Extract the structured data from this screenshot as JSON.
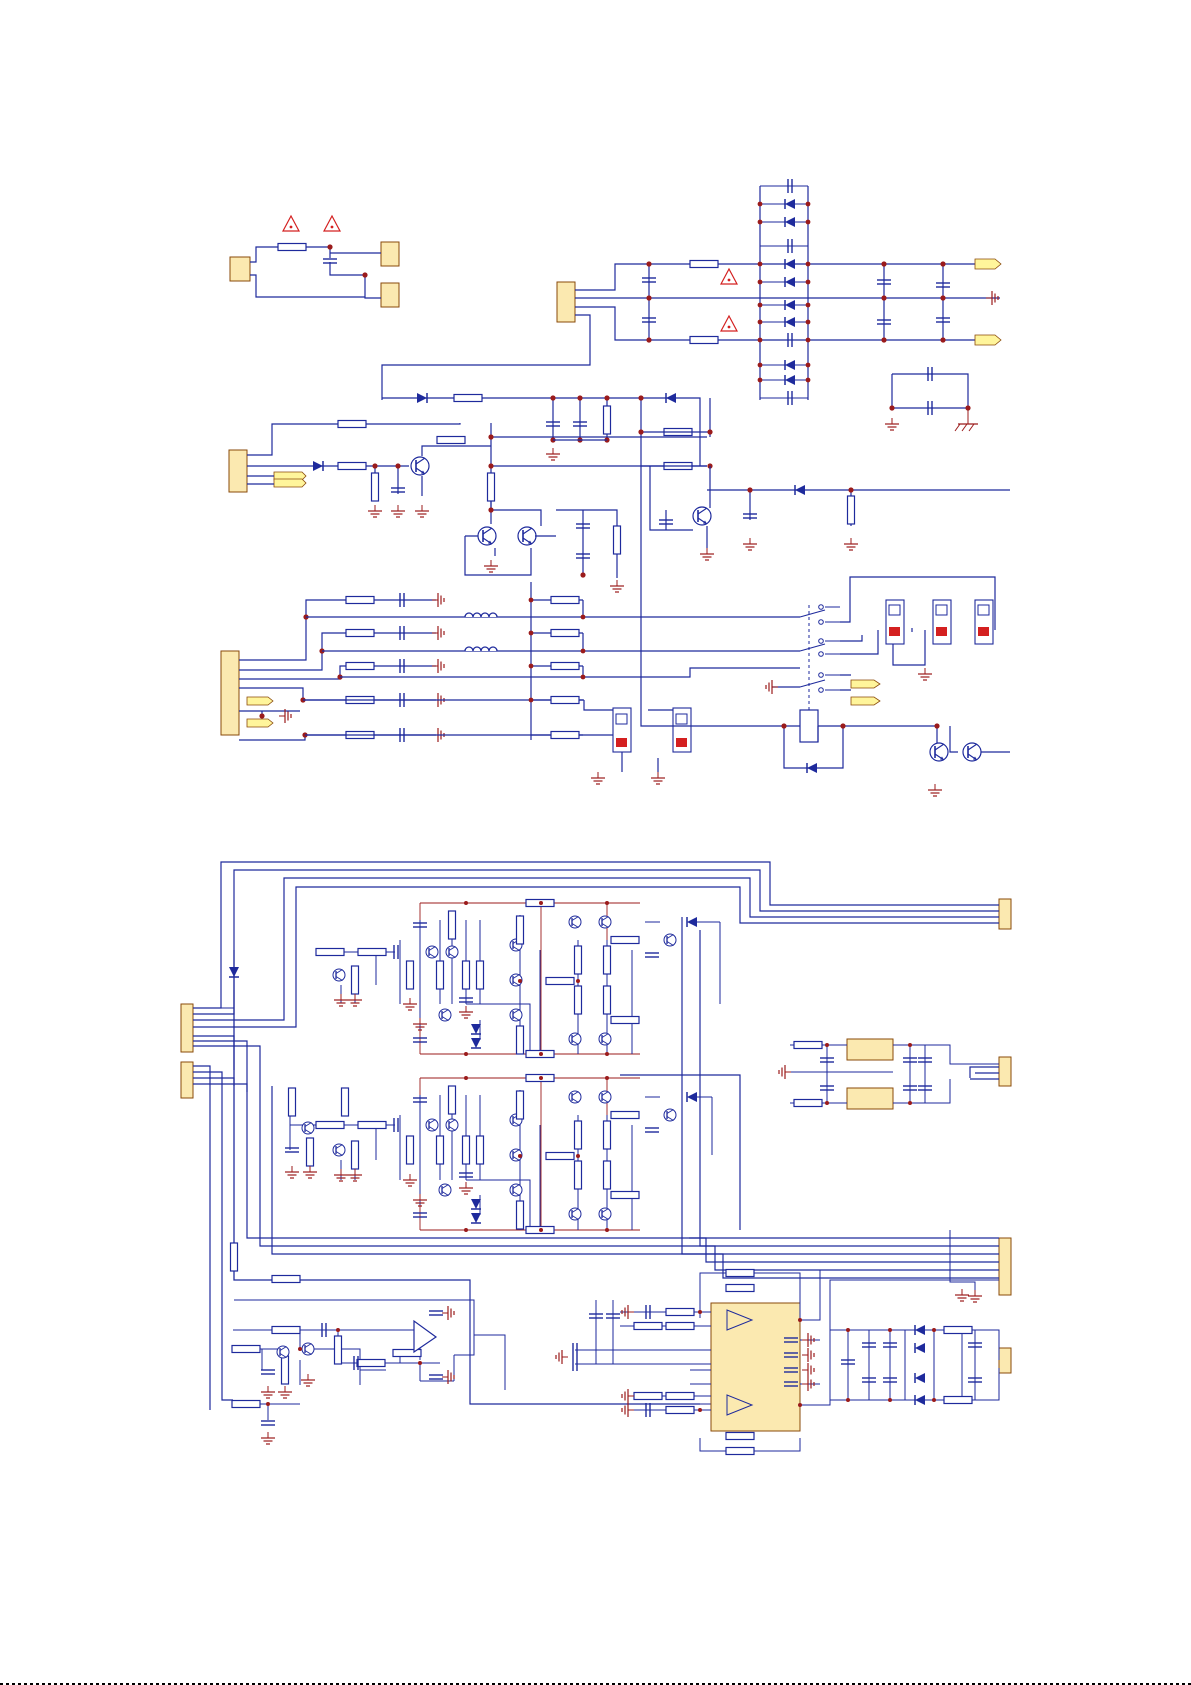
{
  "document": {
    "kind": "schematic-sheet",
    "sections": [
      "power-supply-and-protection",
      "amplifier-and-regulator"
    ]
  },
  "colors": {
    "wire": "#1e2a9c",
    "junction": "#9b1b1b",
    "part_outline": "#1e2a9c",
    "connector_fill": "#fbe9b0",
    "connector_stroke": "#8a4a0a",
    "netlabel_fill": "#fff59b",
    "warning": "#d42020",
    "ground": "#9b1b1b",
    "diode": "#1e2a9c"
  },
  "icons": {
    "warning": "warning-triangle-icon",
    "ground": "ground-icon",
    "chassis": "chassis-ground-icon"
  }
}
